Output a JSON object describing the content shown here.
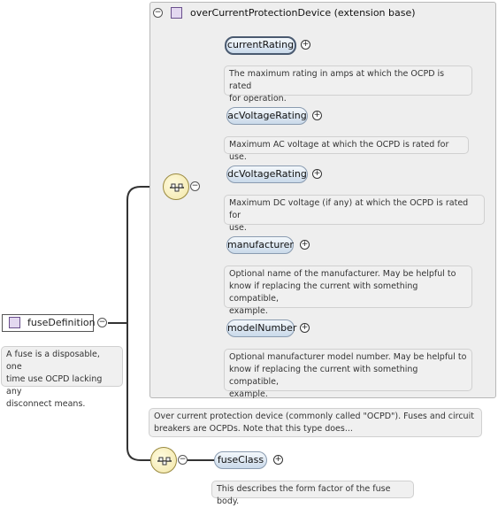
{
  "root": {
    "name": "fuseDefinition",
    "doc": [
      "A fuse is a disposable, one",
      "time use OCPD lacking any",
      "disconnect means."
    ]
  },
  "extension": {
    "title": "overCurrentProtectionDevice (extension base)",
    "doc": [
      "Over current protection device (commonly called \"OCPD\"). Fuses and circuit",
      "breakers are OCPDs. Note that this type does..."
    ]
  },
  "elements": [
    {
      "name": "currentRating",
      "doc": [
        "The maximum rating in amps at which the OCPD is rated",
        "for operation."
      ]
    },
    {
      "name": "acVoltageRating",
      "doc": [
        "Maximum AC voltage at which the OCPD is rated for use."
      ]
    },
    {
      "name": "dcVoltageRating",
      "doc": [
        "Maximum DC voltage (if any) at which the OCPD is rated for",
        "use."
      ]
    },
    {
      "name": "manufacturer",
      "doc": [
        "Optional name of the manufacturer. May be helpful to",
        "know if replacing the current with something compatible,",
        "example."
      ]
    },
    {
      "name": "modelNumber",
      "doc": [
        "Optional manufacturer model number. May be helpful to",
        "know if replacing the current with something compatible,",
        "example."
      ]
    }
  ],
  "fuseClass": {
    "name": "fuseClass",
    "doc": [
      "This describes the form factor of the fuse body."
    ]
  },
  "symbols": {
    "collapse": "−",
    "expand": "+"
  },
  "colors": {
    "line": "#333333",
    "pill_top": "#f4f8fc",
    "pill_bottom": "#c9d9ea",
    "type_icon": "#e3d8f0",
    "sequence": "#f2e6a6"
  }
}
